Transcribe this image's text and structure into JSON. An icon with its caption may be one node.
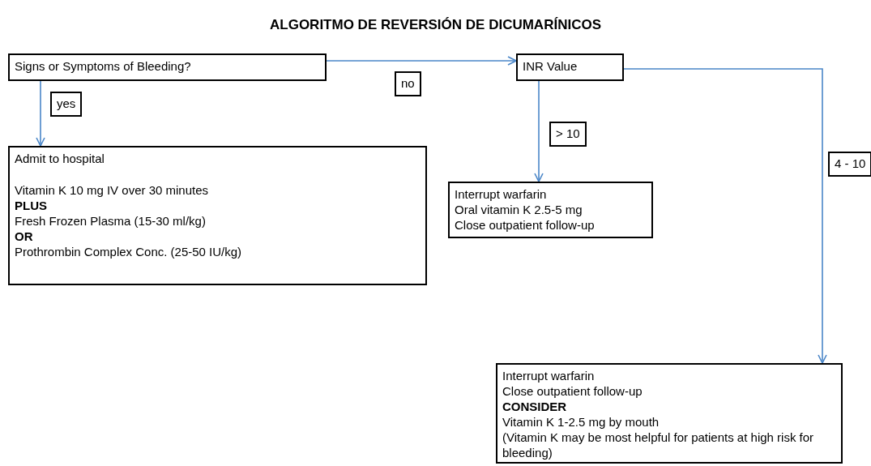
{
  "diagram": {
    "title": "ALGORITMO DE REVERSIÓN DE DICUMARÍNICOS",
    "nodes": [
      {
        "text": [
          "Signs or Symptoms of Bleeding?"
        ]
      },
      {
        "text": [
          "INR Value"
        ]
      },
      {
        "text": [
          "Admit to hospital",
          "Vitamin K 10 mg IV over 30 minutes",
          "PLUS",
          "Fresh Frozen Plasma (15-30 ml/kg)",
          "OR",
          "Prothrombin Complex Conc. (25-50 IU/kg)"
        ]
      },
      {
        "text": [
          "Interrupt warfarin",
          "Oral vitamin K 2.5-5 mg",
          "Close outpatient follow-up"
        ]
      },
      {
        "text": [
          "Interrupt warfarin",
          "Close outpatient follow-up",
          "CONSIDER",
          "Vitamin K 1-2.5 mg by mouth",
          "(Vitamin K may be most helpful for patients at high risk for bleeding)"
        ]
      }
    ],
    "edges": [
      {
        "from": 0,
        "to": 2,
        "arrow": "to",
        "label": "yes"
      },
      {
        "from": 0,
        "to": 1,
        "arrow": "to",
        "label": "no"
      },
      {
        "from": 1,
        "to": 3,
        "arrow": "to",
        "label": "> 10"
      },
      {
        "from": 1,
        "to": 4,
        "arrow": "to",
        "label": "4 - 10"
      }
    ]
  }
}
